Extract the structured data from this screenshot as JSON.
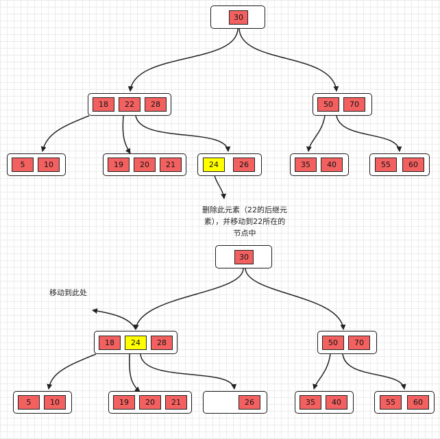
{
  "colors": {
    "key_fill": "#f26060",
    "highlight_fill": "#ffff00",
    "edge": "#222222"
  },
  "before": {
    "root": {
      "keys": [
        "30"
      ]
    },
    "left_internal": {
      "keys": [
        "18",
        "22",
        "28"
      ]
    },
    "right_internal": {
      "keys": [
        "50",
        "70"
      ]
    },
    "leaves": [
      {
        "keys": [
          "5",
          "10"
        ]
      },
      {
        "keys": [
          "19",
          "20",
          "21"
        ]
      },
      {
        "keys": [
          "24",
          "26"
        ],
        "highlight": "24"
      },
      {
        "keys": [
          "35",
          "40"
        ]
      },
      {
        "keys": [
          "55",
          "60"
        ]
      }
    ]
  },
  "annotations": {
    "delete_note_lines": [
      "删除此元素（22的后继元",
      "素），并移动到22所在的",
      "节点中"
    ],
    "move_note": "移动到此处"
  },
  "after": {
    "root": {
      "keys": [
        "30"
      ]
    },
    "left_internal": {
      "keys": [
        "18",
        "24",
        "28"
      ],
      "highlight": "24"
    },
    "right_internal": {
      "keys": [
        "50",
        "70"
      ]
    },
    "leaves": [
      {
        "keys": [
          "5",
          "10"
        ]
      },
      {
        "keys": [
          "19",
          "20",
          "21"
        ]
      },
      {
        "keys": [
          "26"
        ]
      },
      {
        "keys": [
          "35",
          "40"
        ]
      },
      {
        "keys": [
          "55",
          "60"
        ]
      }
    ]
  }
}
